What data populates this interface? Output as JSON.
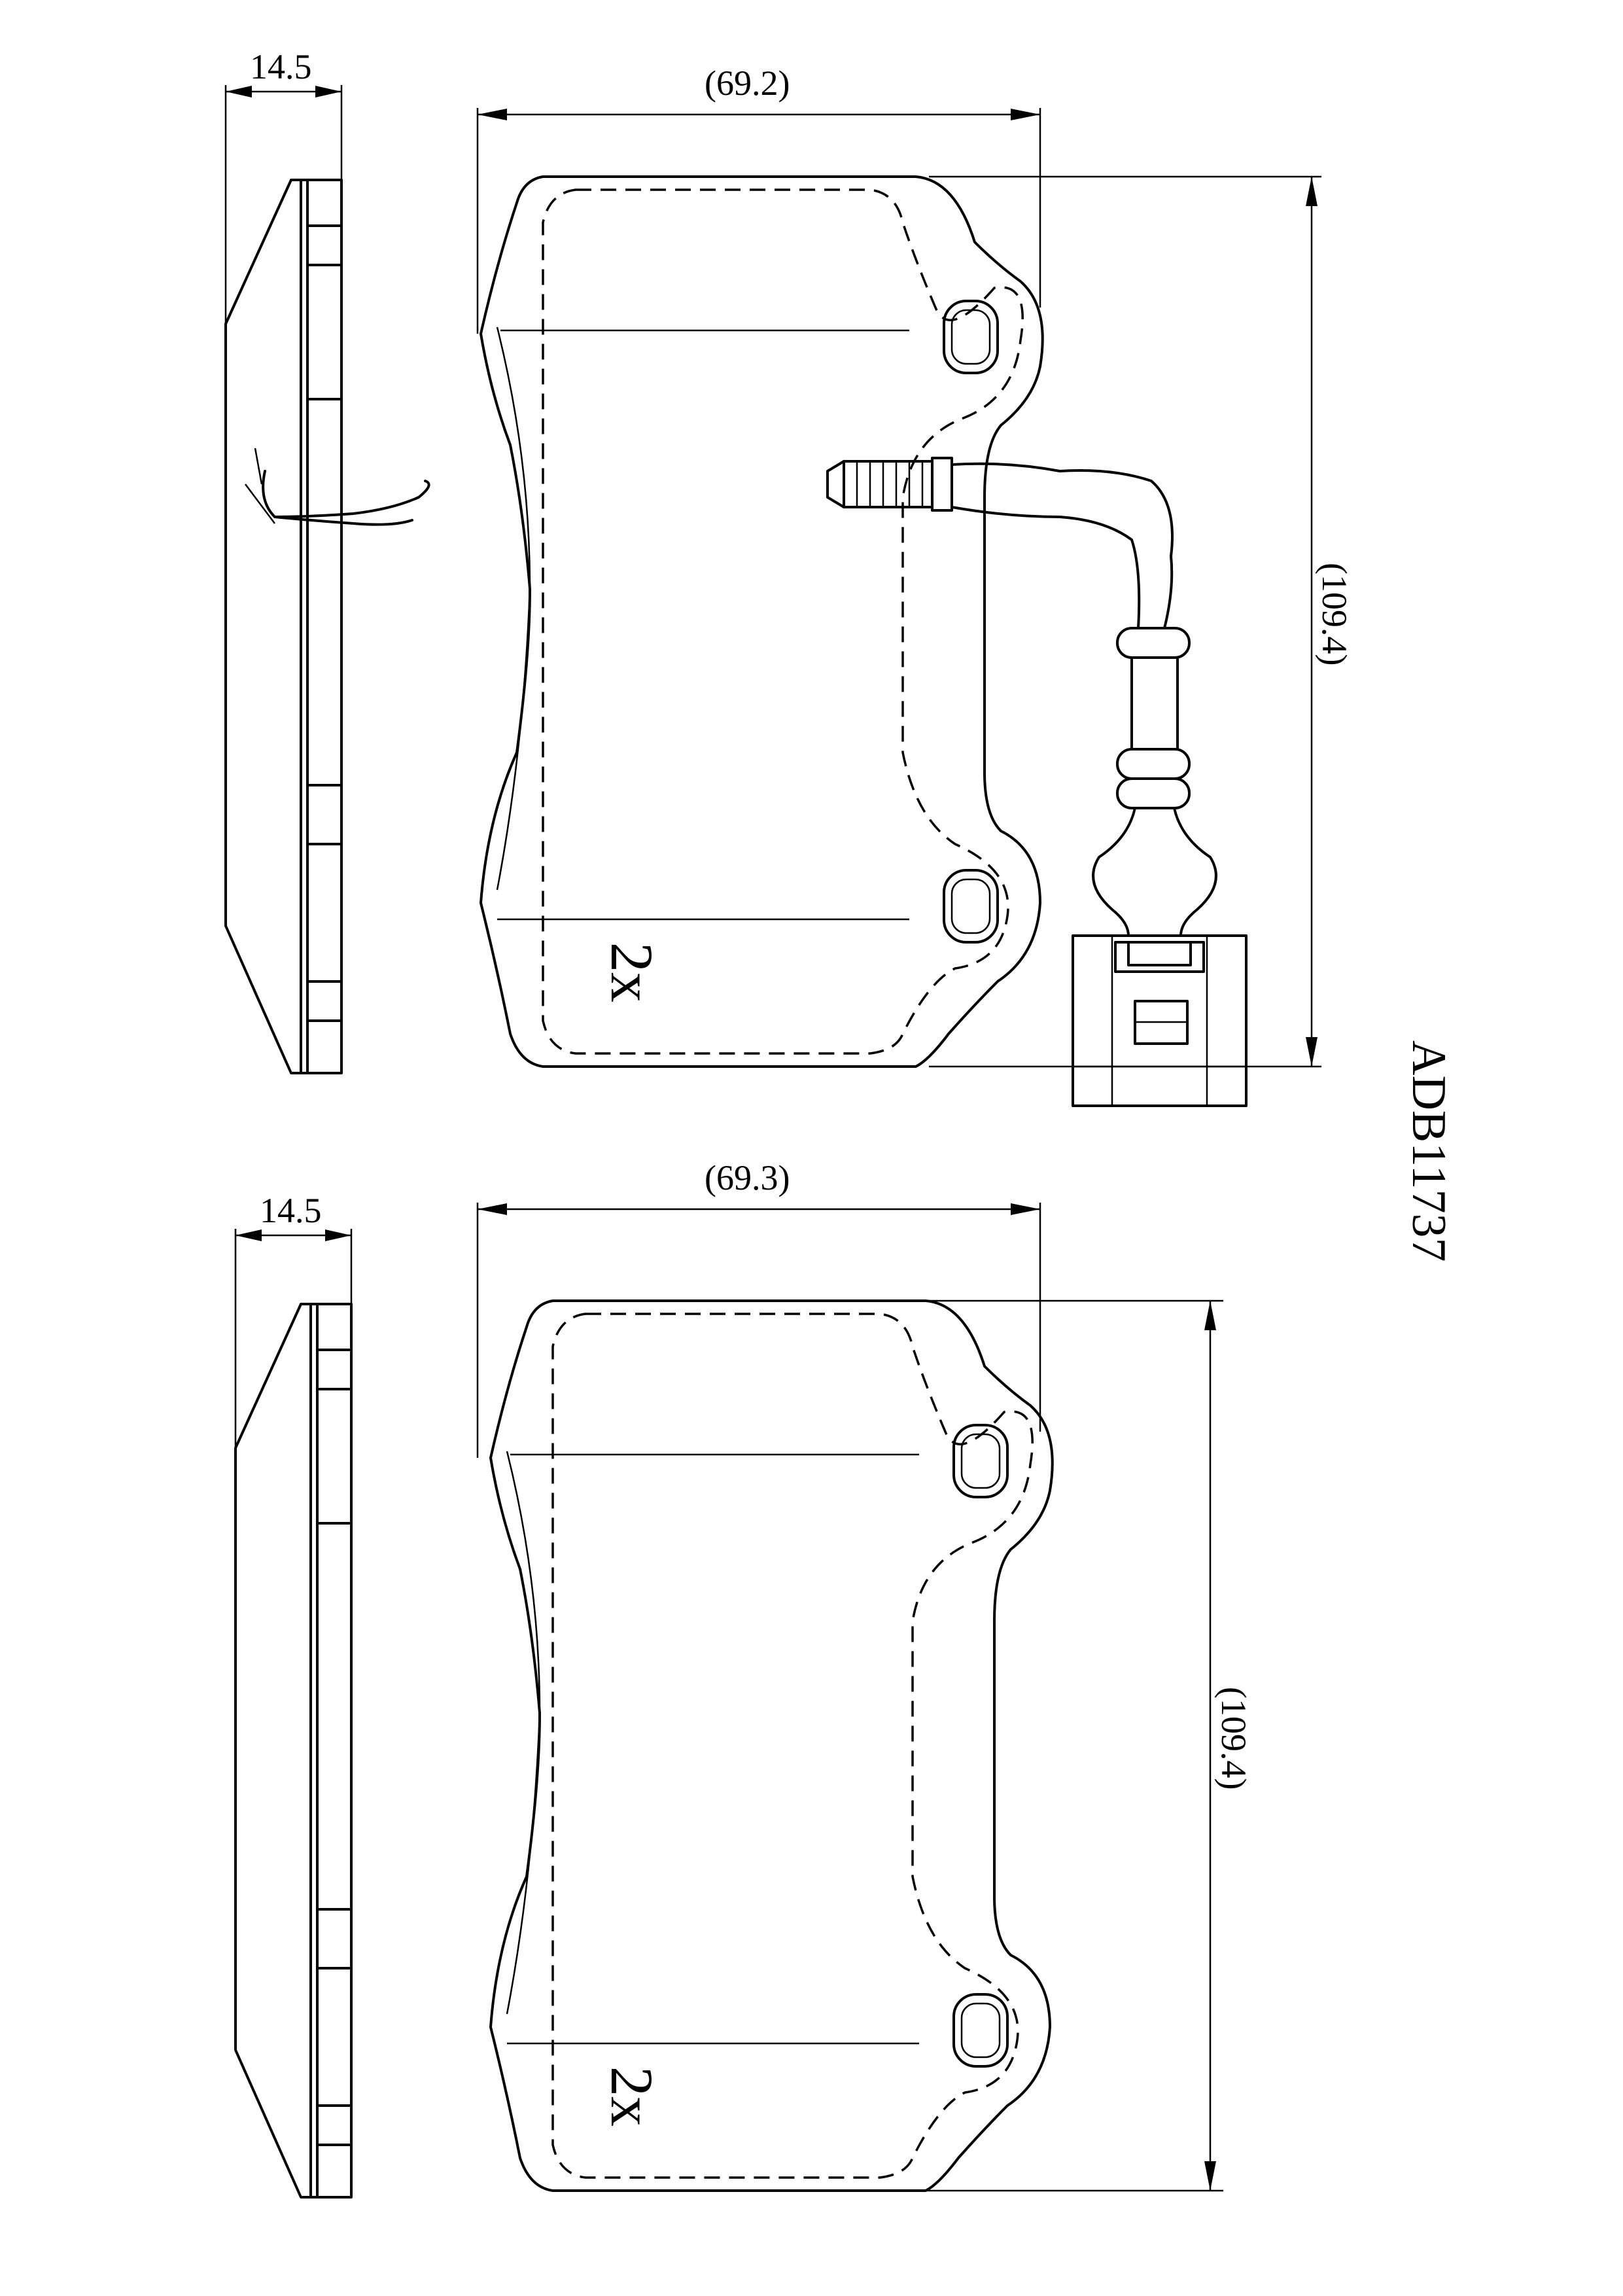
{
  "part_number": "ADB11737",
  "views": [
    {
      "name": "pad-with-wear-sensor",
      "thickness_label": "14.5",
      "width_label": "(69.2)",
      "height_label": "(109.4)",
      "quantity_label": "2x",
      "has_wear_sensor": true
    },
    {
      "name": "pad-without-sensor",
      "thickness_label": "14.5",
      "width_label": "(69.3)",
      "height_label": "(109.4)",
      "quantity_label": "2x",
      "has_wear_sensor": false
    }
  ]
}
